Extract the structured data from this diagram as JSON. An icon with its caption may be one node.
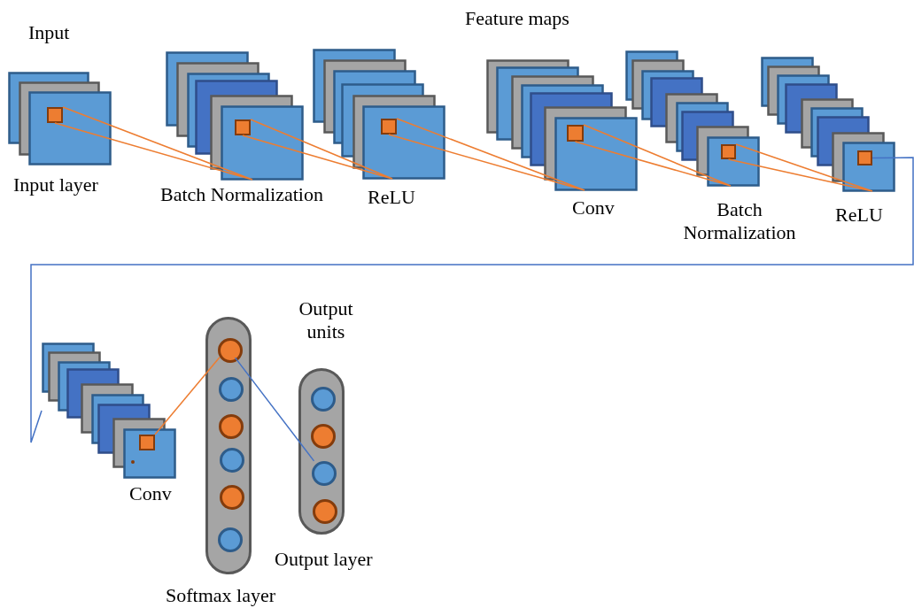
{
  "diagram": {
    "nodes": [
      {
        "text": [],
        "shape": "box",
        "beside": [
          "Input layer"
        ]
      },
      {
        "text": [],
        "shape": "box",
        "in": 0
      },
      {
        "text": [],
        "shape": "box",
        "beside": [
          "Batch Normalization"
        ]
      },
      {
        "text": [],
        "shape": "box",
        "in": 2
      },
      {
        "text": [],
        "shape": "box",
        "beside": [
          "ReLU"
        ]
      },
      {
        "text": [],
        "shape": "box",
        "in": 4
      },
      {
        "text": [],
        "shape": "box",
        "beside": [
          "Conv"
        ]
      },
      {
        "text": [],
        "shape": "box",
        "in": 6
      },
      {
        "text": [],
        "shape": "box",
        "beside": [
          "Batch Normalization"
        ]
      },
      {
        "text": [],
        "shape": "box",
        "in": 8
      },
      {
        "text": [],
        "shape": "box",
        "beside": [
          "ReLU"
        ]
      },
      {
        "text": [],
        "shape": "box",
        "in": 10
      },
      {
        "text": [],
        "shape": "box",
        "beside": [
          "Conv"
        ]
      },
      {
        "text": [],
        "shape": "box",
        "in": 12
      },
      {
        "text": [],
        "shape": "bar",
        "beside": [
          "Softmax layer"
        ]
      },
      {
        "text": [],
        "shape": "circle",
        "in": 14
      },
      {
        "text": [],
        "shape": "circle",
        "in": 14
      },
      {
        "text": [],
        "shape": "circle",
        "in": 14
      },
      {
        "text": [],
        "shape": "circle",
        "in": 14
      },
      {
        "text": [],
        "shape": "circle",
        "in": 14
      },
      {
        "text": [],
        "shape": "circle",
        "in": 14
      },
      {
        "text": [],
        "shape": "bar",
        "beside": [
          "Output units",
          "Output layer"
        ]
      },
      {
        "text": [],
        "shape": "circle",
        "in": 21
      },
      {
        "text": [],
        "shape": "circle",
        "in": 21
      },
      {
        "text": [],
        "shape": "circle",
        "in": 21
      },
      {
        "text": [],
        "shape": "circle",
        "in": 21
      }
    ],
    "edges": [
      {
        "from": 1,
        "to": 2,
        "arrow": "none"
      },
      {
        "from": 3,
        "to": 4,
        "arrow": "none"
      },
      {
        "from": 5,
        "to": 6,
        "arrow": "none"
      },
      {
        "from": 7,
        "to": 8,
        "arrow": "none"
      },
      {
        "from": 9,
        "to": 10,
        "arrow": "none"
      },
      {
        "from": 11,
        "to": 12,
        "arrow": "none",
        "color": "#4472c4"
      },
      {
        "from": 13,
        "to": 15,
        "arrow": "none"
      },
      {
        "from": 15,
        "to": 24,
        "arrow": "none",
        "color": "#4472c4"
      }
    ],
    "labels": [
      "Input",
      "Feature maps"
    ]
  }
}
